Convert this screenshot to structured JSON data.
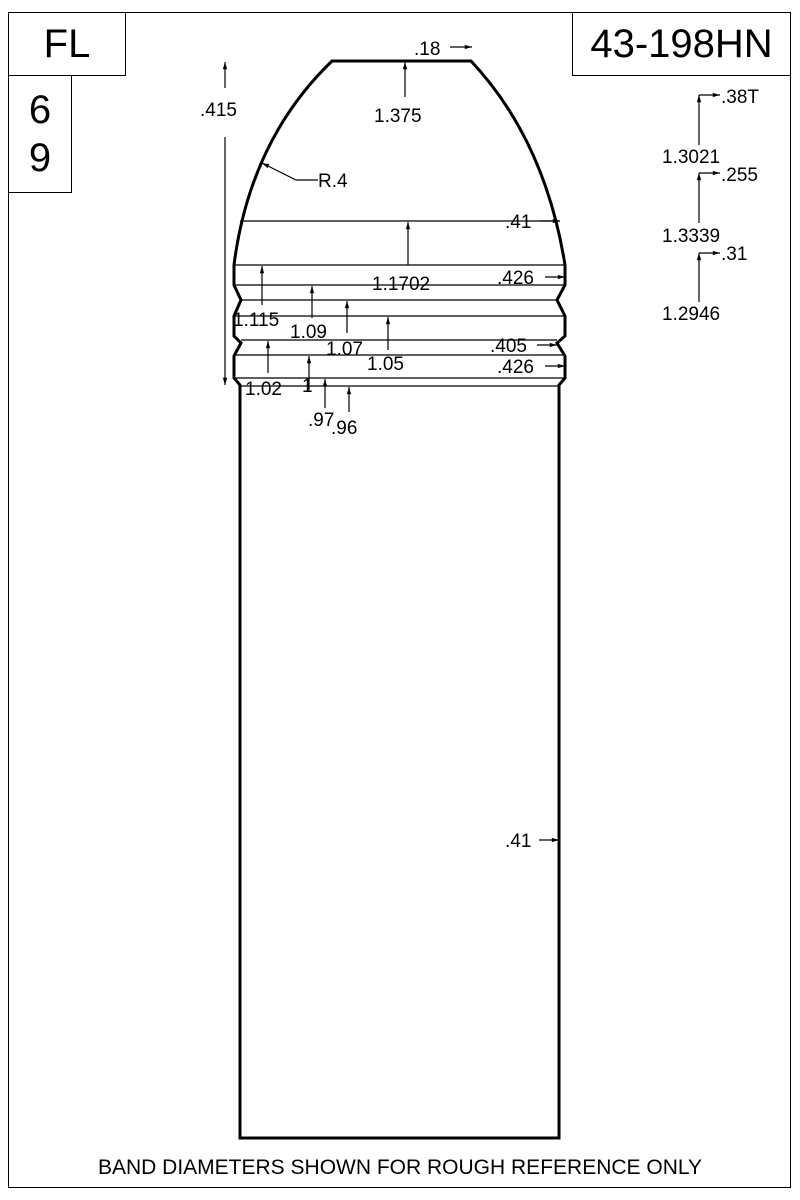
{
  "header": {
    "nose_code": "FL",
    "numbers": [
      "6",
      "9"
    ],
    "part_number": "43-198HN"
  },
  "dimensions": {
    "overall_nose_length": ".415",
    "meplat_length": ".18",
    "meplat_diameter": "1.375",
    "ogive_radius": "R.4",
    "nose_band_length": ".41",
    "nose_band_diameter": "1.1702",
    "front_band_length": ".426",
    "groove_diameters": [
      "1.115",
      "1.09",
      "1.07",
      "1.05"
    ],
    "groove_length": ".405",
    "rear_band_length": ".426",
    "heel_diameters": [
      "1.02",
      "1",
      ".97",
      ".96"
    ],
    "body_length": ".41"
  },
  "side_stack": [
    {
      "length": ".38T",
      "diameter": "1.3021"
    },
    {
      "length": ".255",
      "diameter": "1.3339"
    },
    {
      "length": ".31",
      "diameter": "1.2946"
    }
  ],
  "footer": {
    "note": "BAND DIAMETERS SHOWN FOR ROUGH REFERENCE ONLY"
  }
}
